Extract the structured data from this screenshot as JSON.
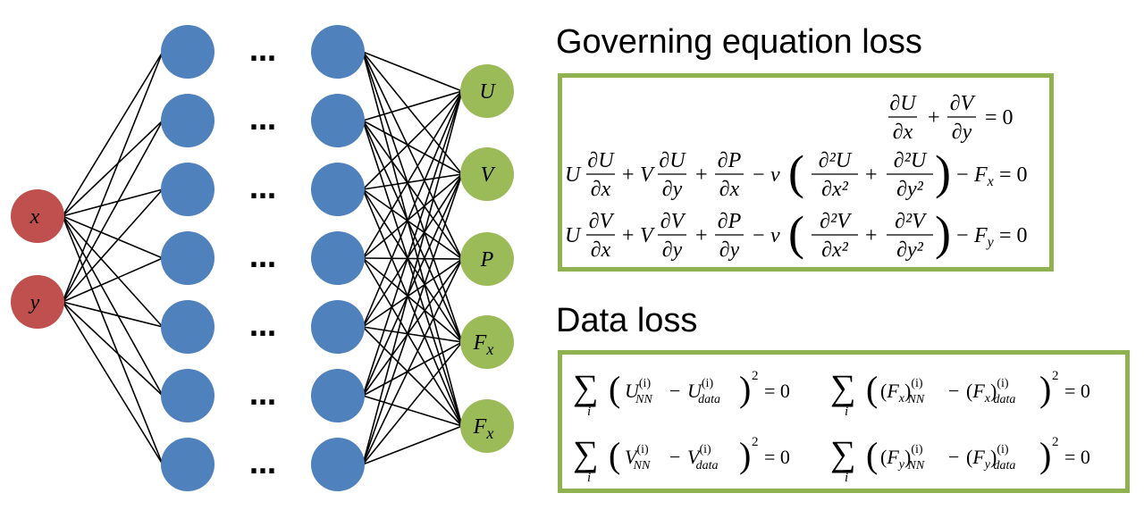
{
  "network": {
    "inputs": [
      "x",
      "y"
    ],
    "dots": "…",
    "hidden_count": 7,
    "outputs": [
      {
        "base": "U",
        "sub": ""
      },
      {
        "base": "V",
        "sub": ""
      },
      {
        "base": "P",
        "sub": ""
      },
      {
        "base": "F",
        "sub": "x"
      },
      {
        "base": "F",
        "sub": "x"
      }
    ],
    "colors": {
      "input": "#c0504d",
      "hidden": "#4f81bd",
      "output": "#9bbb59",
      "line": "#000000"
    }
  },
  "governing": {
    "title": "Governing equation loss",
    "equations": [
      "∂U/∂x + ∂V/∂y = 0",
      "U ∂U/∂x + V ∂U/∂y + ∂P/∂x − ν (∂²U/∂x² + ∂²U/∂y²) − Fₓ = 0",
      "U ∂V/∂x + V ∂V/∂y + ∂P/∂y − ν (∂²V/∂x² + ∂²V/∂y²) − Fᵧ = 0"
    ],
    "border_color": "#8fb150"
  },
  "data_loss": {
    "title": "Data loss",
    "equations": [
      "Σᵢ (U_NN⁽ⁱ⁾ − U_data⁽ⁱ⁾)² = 0",
      "Σᵢ ((Fₓ)_NN⁽ⁱ⁾ − (Fₓ)_data⁽ⁱ⁾)² = 0",
      "Σᵢ (V_NN⁽ⁱ⁾ − V_data⁽ⁱ⁾)² = 0",
      "Σᵢ ((Fᵧ)_NN⁽ⁱ⁾ − (Fᵧ)_data⁽ⁱ⁾)² = 0"
    ]
  }
}
